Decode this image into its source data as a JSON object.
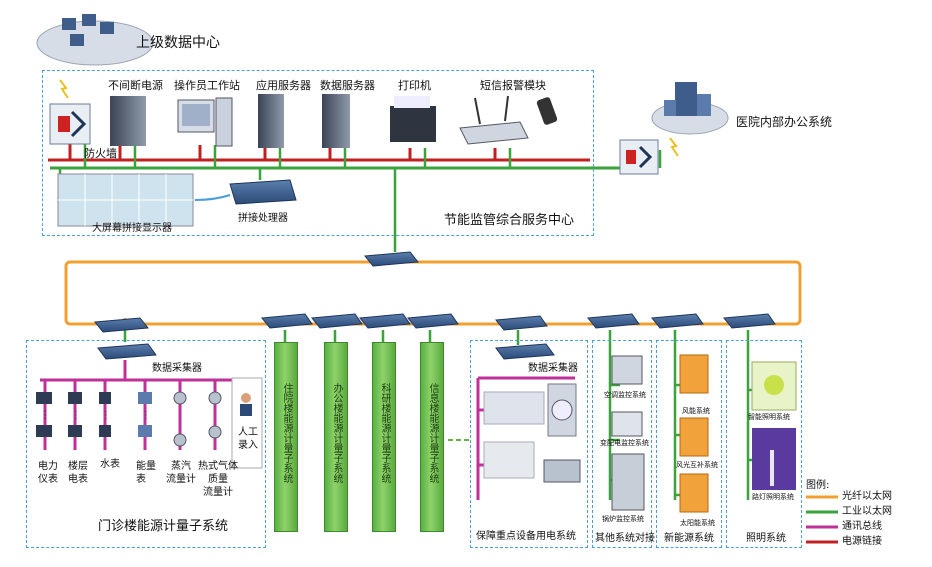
{
  "top": {
    "upper_data_center": "上级数据中心",
    "hospital_office_system": "医院内部办公系统"
  },
  "service_center": {
    "title": "节能监管综合服务中心",
    "devices": {
      "ups": "不间断电源",
      "operator_ws": "操作员工作站",
      "app_server": "应用服务器",
      "data_server": "数据服务器",
      "printer": "打印机",
      "sms_module": "短信报警模块",
      "firewall": "防火墙",
      "splice_processor": "拼接处理器",
      "video_wall": "大屏幕拼接显示器"
    }
  },
  "clinic": {
    "title": "门诊楼能源计量子系统",
    "collector": "数据采集器",
    "meters": {
      "power": [
        "电力",
        "仪表"
      ],
      "floor_meter": [
        "楼层",
        "电表"
      ],
      "water": "水表",
      "energy_meter": [
        "能量",
        "表"
      ],
      "steam": [
        "蒸汽",
        "流量计"
      ],
      "gas": [
        "热式气体",
        "质量",
        "流量计"
      ],
      "manual": [
        "人工",
        "录入"
      ]
    }
  },
  "columns": [
    "住院楼能源计量子系统",
    "办公楼能源计量子系统",
    "科研楼能源计量子系统",
    "信息楼能源计量子系统"
  ],
  "equipment": {
    "title": "保障重点设备用电系统",
    "collector": "数据采集器"
  },
  "others": {
    "title": "其他系统对接",
    "items": [
      "空调监控系统",
      "变配电监控系统",
      "锅炉监控系统"
    ]
  },
  "new_energy": {
    "title": "新能源系统",
    "items": [
      "风能系统",
      "风光互补系统",
      "太阳能系统"
    ]
  },
  "lighting": {
    "title": "照明系统",
    "items": [
      "智能照明系统",
      "路灯照明系统"
    ]
  },
  "legend": {
    "title": "图例:",
    "items": [
      {
        "label": "光纤以太网",
        "color": "#f0a030"
      },
      {
        "label": "工业以太网",
        "color": "#3ba33b"
      },
      {
        "label": "通讯总线",
        "color": "#c0309a"
      },
      {
        "label": "电源链接",
        "color": "#c02020"
      }
    ]
  }
}
